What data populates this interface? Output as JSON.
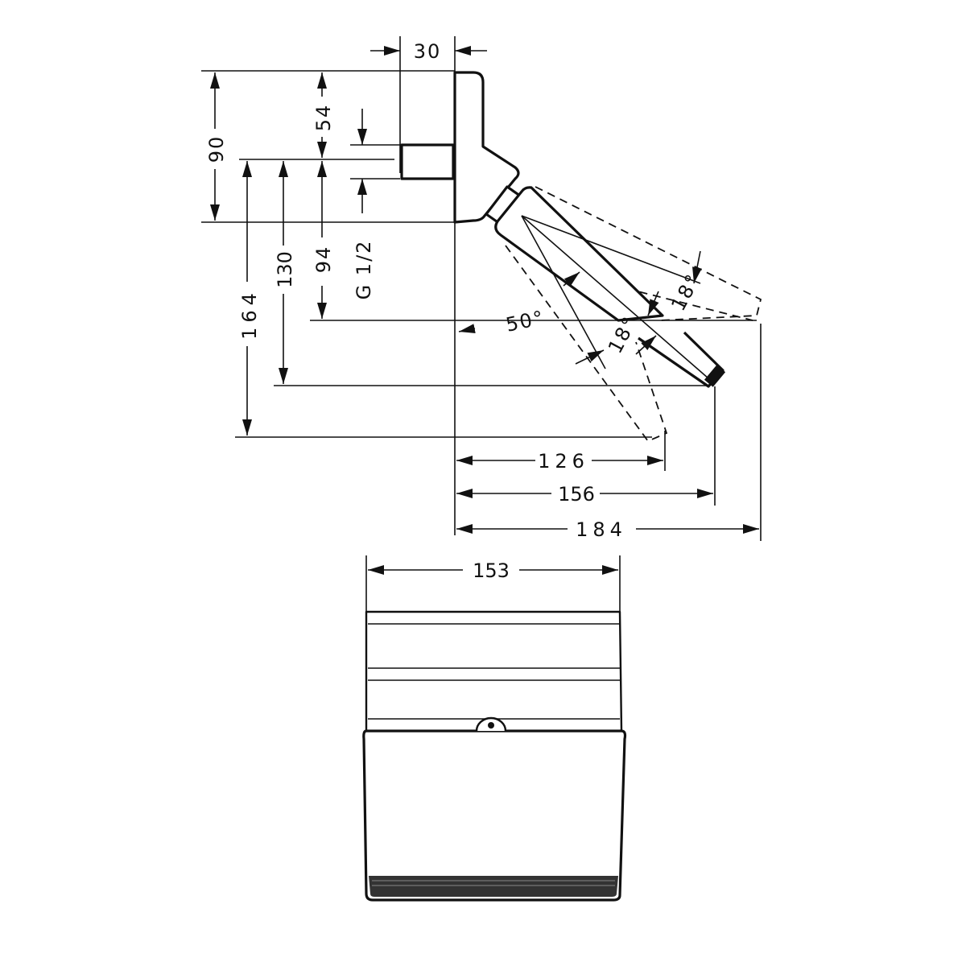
{
  "drawing": {
    "side_view": {
      "dimensions": {
        "wall_offset": "30",
        "height_top": "90",
        "upper_to_inlet": "54",
        "inlet_to_pivot": "94",
        "inlet_to_tip": "130",
        "inlet_to_lowest": "164",
        "thread": "G 1/2",
        "depth_lowest": "126",
        "depth_tip": "156",
        "depth_max": "184"
      },
      "angles": {
        "swivel_range": "50°",
        "tilt_up": "18°",
        "tilt_down": "18°"
      }
    },
    "front_view": {
      "dimensions": {
        "width": "153"
      }
    },
    "line_color": "#111111"
  }
}
